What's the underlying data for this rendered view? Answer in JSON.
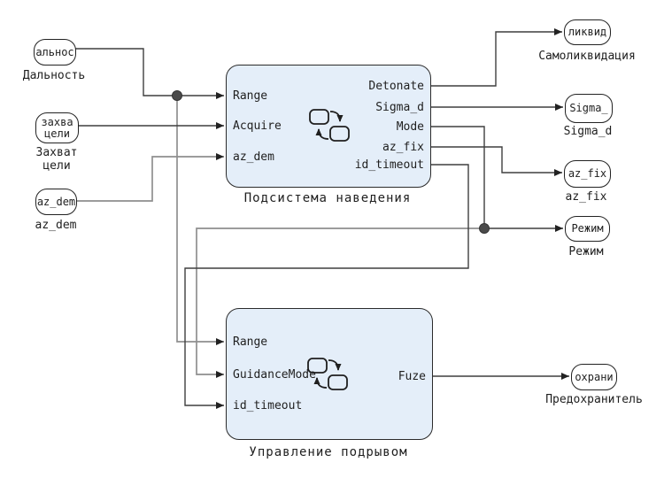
{
  "colors": {
    "chart_fill": "#e4eef9",
    "chart_border": "#2b2b2b",
    "wire_dark": "#3f3f3f",
    "wire_gray": "#8f8f8f",
    "text": "#1f1f1f",
    "background": "#ffffff"
  },
  "charts": {
    "guidance": {
      "label": "Подсистема наведения",
      "inputs": [
        "Range",
        "Acquire",
        "az_dem"
      ],
      "outputs": [
        "Detonate",
        "Sigma_d",
        "Mode",
        "az_fix",
        "id_timeout"
      ]
    },
    "detonation": {
      "label": "Управление подрывом",
      "inputs": [
        "Range",
        "GuidanceMode",
        "id_timeout"
      ],
      "outputs": [
        "Fuze"
      ]
    }
  },
  "inports": [
    {
      "port_text": "альнос",
      "label": "Дальность"
    },
    {
      "port_text": "захва\nцели",
      "label": "Захват\nцели"
    },
    {
      "port_text": "az_dem",
      "label": "az_dem"
    }
  ],
  "outports": [
    {
      "port_text": "ликвид",
      "label": "Самоликвидация"
    },
    {
      "port_text": "Sigma_",
      "label": "Sigma_d"
    },
    {
      "port_text": "az_fix",
      "label": "az_fix"
    },
    {
      "port_text": "Режим",
      "label": "Режим"
    },
    {
      "port_text": "охрани",
      "label": "Предохранитель"
    }
  ],
  "icons": {
    "stateflow": "stateflow-chart-icon"
  }
}
